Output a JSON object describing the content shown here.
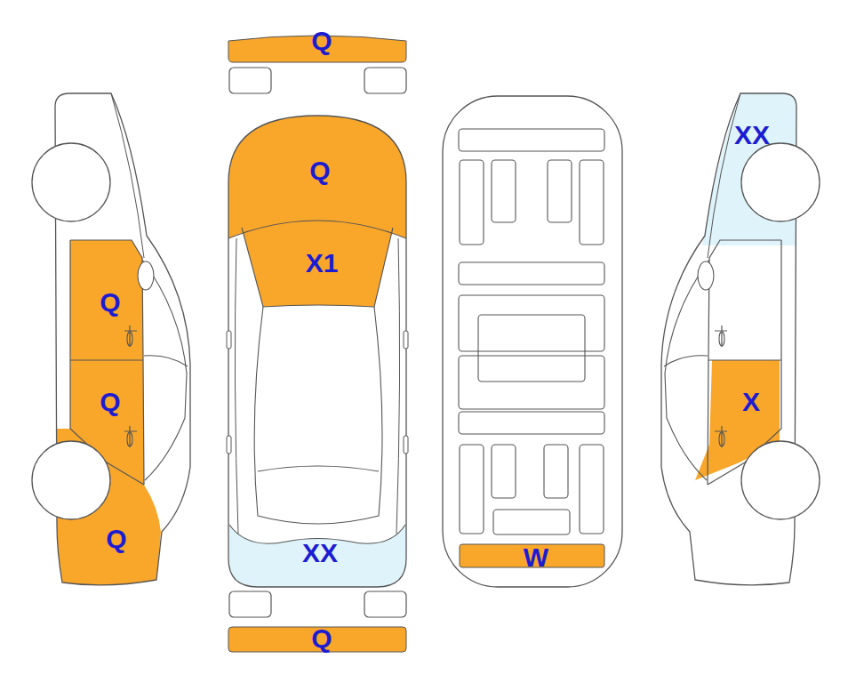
{
  "diagram": {
    "nodes": [
      {
        "text": [
          "Q"
        ]
      },
      {
        "text": [
          "XX"
        ]
      },
      {
        "text": [
          "Q"
        ]
      },
      {
        "text": [
          "X1"
        ]
      },
      {
        "text": [
          "Q"
        ]
      },
      {
        "text": [
          "Q"
        ]
      },
      {
        "text": [
          "X"
        ]
      },
      {
        "text": [
          "Q"
        ]
      },
      {
        "text": [
          "XX"
        ]
      },
      {
        "text": [
          "W"
        ]
      },
      {
        "text": [
          "Q"
        ]
      }
    ]
  }
}
